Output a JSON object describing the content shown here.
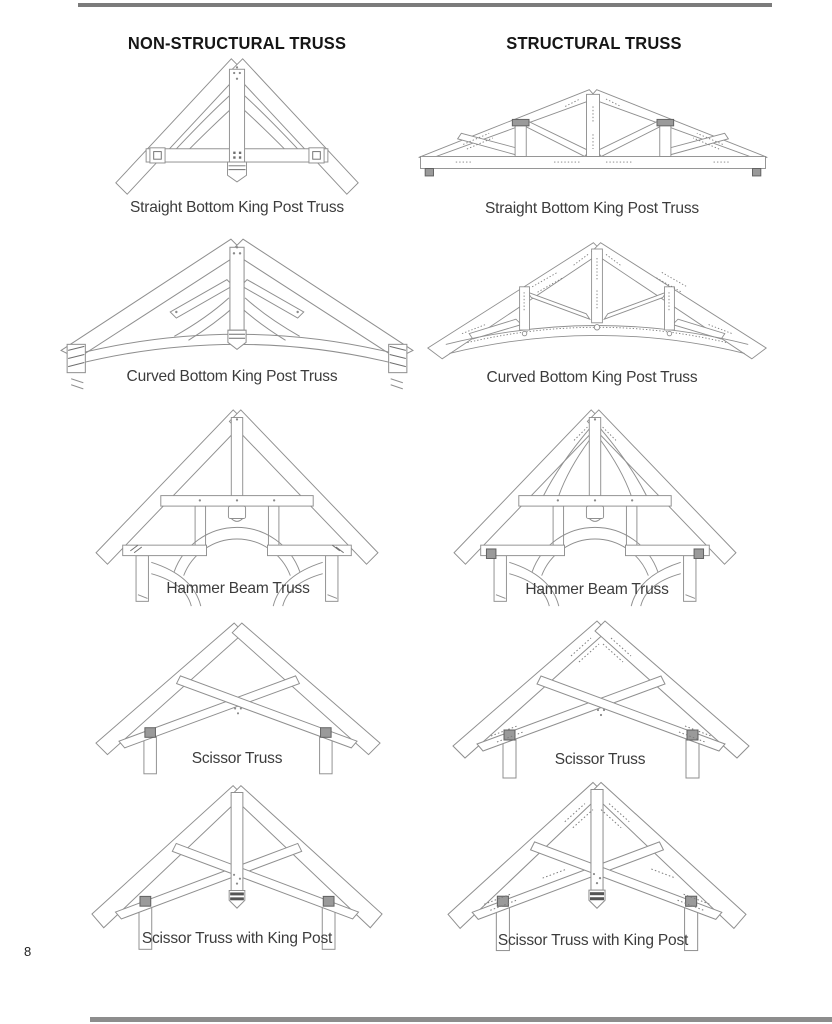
{
  "page": {
    "number": "8",
    "columns": [
      {
        "header": "NON-STRUCTURAL TRUSS"
      },
      {
        "header": "STRUCTURAL TRUSS"
      }
    ],
    "rows": [
      {
        "caption": "Straight Bottom King Post Truss"
      },
      {
        "caption": "Curved Bottom King Post Truss"
      },
      {
        "caption": "Hammer Beam Truss"
      },
      {
        "caption": "Scissor Truss"
      },
      {
        "caption": "Scissor Truss with King Post"
      }
    ],
    "colors": {
      "rule": "#7b7b7b",
      "line_art": "#8f8f8f",
      "caption_text": "#3c3c3c",
      "header_text": "#161616"
    }
  }
}
